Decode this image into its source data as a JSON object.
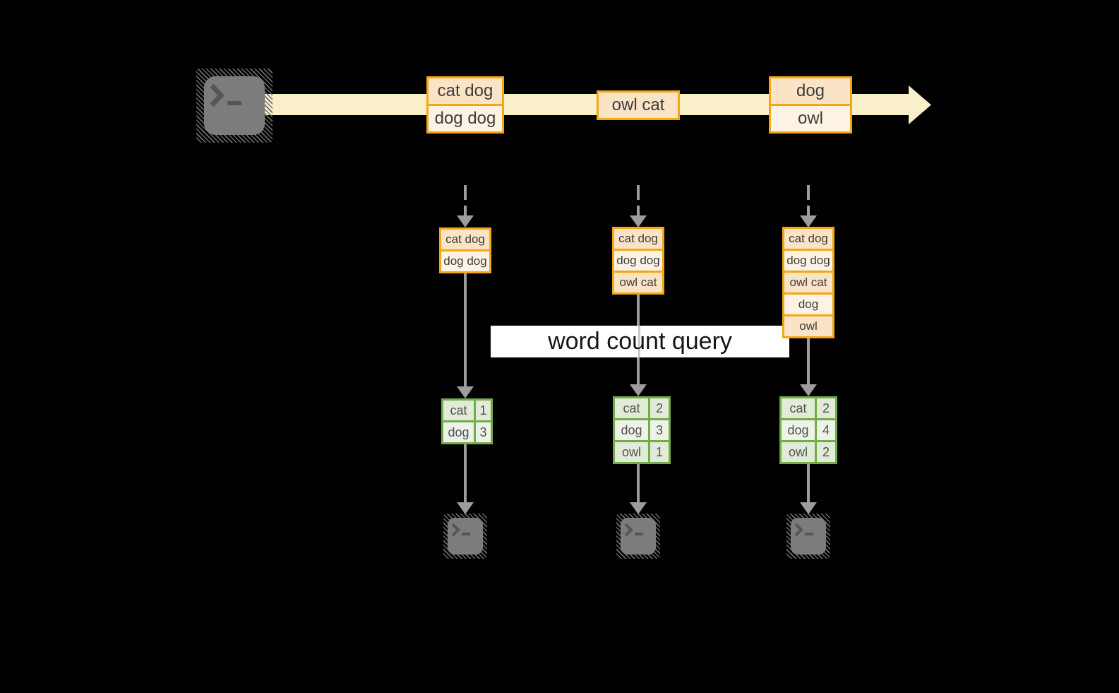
{
  "query_label": "word count query",
  "stream_events": [
    {
      "lines": [
        "cat dog",
        "dog dog"
      ]
    },
    {
      "lines": [
        "owl cat"
      ]
    },
    {
      "lines": [
        "dog",
        "owl"
      ]
    }
  ],
  "buffers": [
    {
      "lines": [
        "cat dog",
        "dog dog"
      ]
    },
    {
      "lines": [
        "cat dog",
        "dog dog",
        "owl cat"
      ]
    },
    {
      "lines": [
        "cat dog",
        "dog dog",
        "owl cat",
        "dog",
        "owl"
      ]
    }
  ],
  "count_tables": [
    {
      "rows": [
        [
          "cat",
          "1"
        ],
        [
          "dog",
          "3"
        ]
      ]
    },
    {
      "rows": [
        [
          "cat",
          "2"
        ],
        [
          "dog",
          "3"
        ],
        [
          "owl",
          "1"
        ]
      ]
    },
    {
      "rows": [
        [
          "cat",
          "2"
        ],
        [
          "dog",
          "4"
        ],
        [
          "owl",
          "2"
        ]
      ]
    }
  ],
  "colors": {
    "bg": "#000000",
    "band": "#f9efc9",
    "orange": "#f2a713",
    "cell_dark": "#fbe3c5",
    "cell_light": "#fdf3e4",
    "green": "#72ad46",
    "sage": "#e2ebd8",
    "sage_light": "#eef3ea",
    "arrow": "#9d9d9d",
    "icon_gray": "#7c7c7c",
    "icon_glyph": "#565656",
    "query_bg": "#ffffff",
    "query_text": "#161616"
  }
}
